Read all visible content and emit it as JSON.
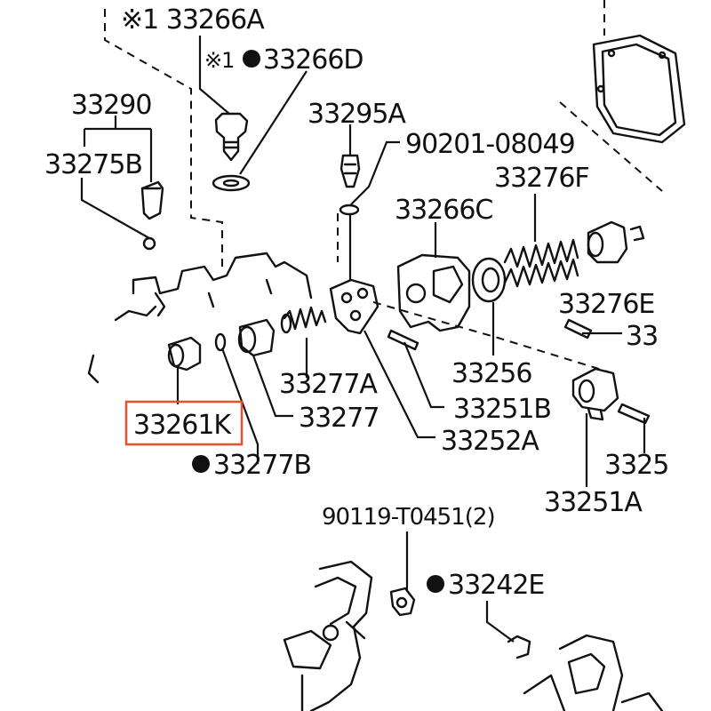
{
  "labels": {
    "p33266A": "※1 33266A",
    "p33266D_mark": "※1",
    "p33266D": "33266D",
    "p33290": "33290",
    "p33295A": "33295A",
    "p90201": "90201-08049",
    "p33275B": "33275B",
    "p33276F": "33276F",
    "p33266C": "33266C",
    "p33276E": "33276E",
    "p33r1": "33",
    "p33256": "33256",
    "p33277A": "33277A",
    "p33251B": "33251B",
    "p33261K": "33261K",
    "p33277": "33277",
    "p33252A": "33252A",
    "p33277B": "33277B",
    "p3325": "3325",
    "p33251A": "33251A",
    "p90119": "90119-T0451(2)",
    "p33242E": "33242E"
  },
  "highlight": {
    "part": "33261K",
    "color": "#e8502a"
  }
}
